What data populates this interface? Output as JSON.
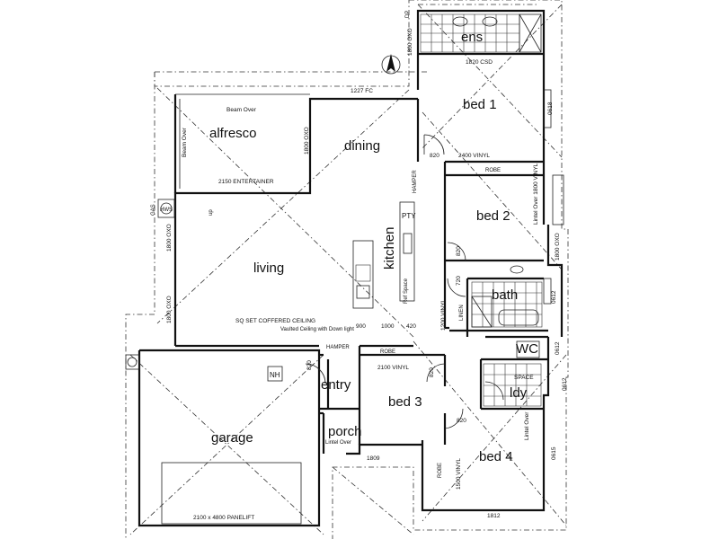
{
  "rooms": {
    "ens": "ens",
    "bed1": "bed 1",
    "alfresco": "alfresco",
    "dining": "dining",
    "bed2": "bed 2",
    "living": "living",
    "kitchen": "kitchen",
    "bath": "bath",
    "wc": "WC",
    "ldy": "ldy",
    "bed3": "bed 3",
    "entry": "entry",
    "garage": "garage",
    "porch": "porch",
    "bed4": "bed 4",
    "pty": "PTY",
    "robe1": "ROBE",
    "robe2": "ROBE",
    "robe3": "ROBE",
    "linen": "LINEN",
    "hamper1": "HAMPER",
    "hamper2": "HAMPER",
    "nh": "NH",
    "ref_space": "Ref Space",
    "hws": "HWS",
    "gas": "GAS",
    "up": "up"
  },
  "dimensions": {
    "ens_window": "1800 OXO",
    "ens_csd": "1820 CSD",
    "fc_1227": "1227 FC",
    "bed1_window": "0618",
    "bed1_door": "820",
    "bed1_vinyl": "2400 VINYL",
    "dining_window": "1800 OXO",
    "beam_over_top": "Beam Over",
    "beam_over_side": "Beam Over",
    "entertainer": "2150 ENTERTAINER",
    "bed2_lintel": "Lintel Over 1800 VINYL",
    "bed2_door": "820",
    "bed2_window": "1800 OXO",
    "living_window_1": "1800 OXO",
    "living_window_2": "1800 OXO",
    "coffered": "SQ SET COFFERED CEILING",
    "raked_ceiling": "Vaulted Ceiling with Down light",
    "d_900": "900",
    "d_1000": "1000",
    "d_420": "420",
    "bath_window": "0612",
    "bath_door": "720",
    "vinyl_1200": "1200 VINYL",
    "bed3_vinyl": "2100 VINYL",
    "bed3_door": "820",
    "bed3_door2": "820",
    "entry_door": "820",
    "bed3_window": "1809",
    "porch_lintel": "Lintel Over",
    "garage_door": "2100 x 4800 PANELIFT",
    "bed4_lintel": "Lintel Over",
    "bed4_vinyl": "1500 VINYL",
    "bed4_window": "0615",
    "bed4_bottom": "1812",
    "ldy_window": "0612",
    "wc_window": "0612",
    "space": "SPACE",
    "dp": "DP"
  }
}
